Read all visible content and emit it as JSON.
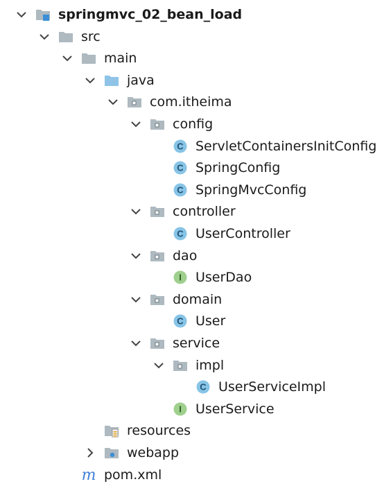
{
  "tree": [
    {
      "id": "project",
      "label": "springmvc_02_bean_load",
      "depth": 0,
      "arrow": "down",
      "icon": "project-folder",
      "bold": true
    },
    {
      "id": "src",
      "label": "src",
      "depth": 1,
      "arrow": "down",
      "icon": "folder"
    },
    {
      "id": "main",
      "label": "main",
      "depth": 2,
      "arrow": "down",
      "icon": "folder"
    },
    {
      "id": "java",
      "label": "java",
      "depth": 3,
      "arrow": "down",
      "icon": "source-folder"
    },
    {
      "id": "com-itheima",
      "label": "com.itheima",
      "depth": 4,
      "arrow": "down",
      "icon": "package"
    },
    {
      "id": "config",
      "label": "config",
      "depth": 5,
      "arrow": "down",
      "icon": "package"
    },
    {
      "id": "servlet-containers-init-config",
      "label": "ServletContainersInitConfig",
      "depth": 6,
      "arrow": "none",
      "icon": "class"
    },
    {
      "id": "spring-config",
      "label": "SpringConfig",
      "depth": 6,
      "arrow": "none",
      "icon": "class"
    },
    {
      "id": "spring-mvc-config",
      "label": "SpringMvcConfig",
      "depth": 6,
      "arrow": "none",
      "icon": "class"
    },
    {
      "id": "controller",
      "label": "controller",
      "depth": 5,
      "arrow": "down",
      "icon": "package"
    },
    {
      "id": "user-controller",
      "label": "UserController",
      "depth": 6,
      "arrow": "none",
      "icon": "class"
    },
    {
      "id": "dao",
      "label": "dao",
      "depth": 5,
      "arrow": "down",
      "icon": "package"
    },
    {
      "id": "user-dao",
      "label": "UserDao",
      "depth": 6,
      "arrow": "none",
      "icon": "interface"
    },
    {
      "id": "domain",
      "label": "domain",
      "depth": 5,
      "arrow": "down",
      "icon": "package"
    },
    {
      "id": "user",
      "label": "User",
      "depth": 6,
      "arrow": "none",
      "icon": "class"
    },
    {
      "id": "service",
      "label": "service",
      "depth": 5,
      "arrow": "down",
      "icon": "package"
    },
    {
      "id": "impl",
      "label": "impl",
      "depth": 6,
      "arrow": "down",
      "icon": "package"
    },
    {
      "id": "user-service-impl",
      "label": "UserServiceImpl",
      "depth": 7,
      "arrow": "none",
      "icon": "class"
    },
    {
      "id": "user-service",
      "label": "UserService",
      "depth": 6,
      "arrow": "none",
      "icon": "interface"
    },
    {
      "id": "resources",
      "label": "resources",
      "depth": 3,
      "arrow": "none",
      "icon": "resources-folder"
    },
    {
      "id": "webapp",
      "label": "webapp",
      "depth": 3,
      "arrow": "right",
      "icon": "web-folder"
    },
    {
      "id": "pom-xml",
      "label": "pom.xml",
      "depth": 2,
      "arrow": "none",
      "icon": "maven"
    }
  ],
  "glyphs": {
    "class": "C",
    "interface": "I",
    "maven": "m"
  },
  "colors": {
    "folder": "#aeb9c0",
    "source_folder": "#8fc4e8",
    "class_icon": "#87c4e6",
    "interface_icon": "#9fd08e",
    "maven": "#3f7fd9",
    "arrow": "#444444",
    "text": "#1a1a1a"
  }
}
